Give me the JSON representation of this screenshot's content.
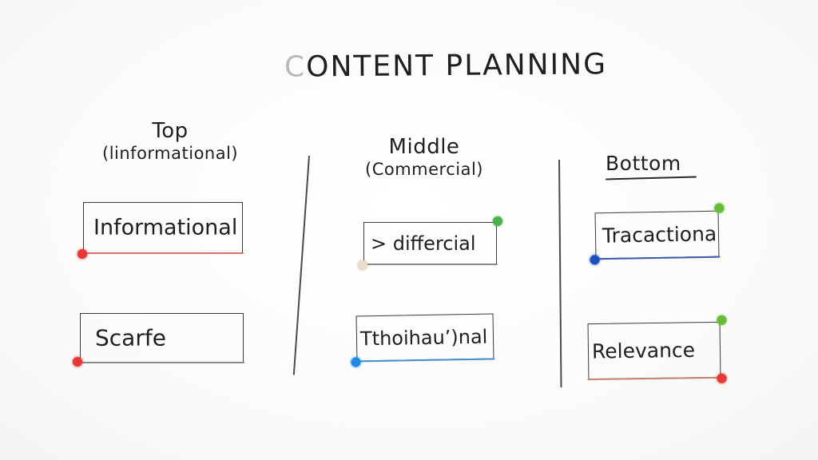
{
  "board": {
    "title_first_letter": "C",
    "title_rest": "ONTENT PLANNING",
    "columns": [
      {
        "heading": "Top",
        "subheading": "(linformational)"
      },
      {
        "heading": "Middle",
        "subheading": "(Commercial)"
      },
      {
        "heading": "Bottom",
        "subheading": ""
      }
    ],
    "cards": [
      {
        "column": "Top",
        "label": "Informational",
        "base_color": "#d9726a",
        "pins": [
          {
            "position": "bottom-left",
            "color": "#e53935"
          }
        ]
      },
      {
        "column": "Top",
        "label": "Scarfe",
        "base_color": "#8a8a8a",
        "pins": [
          {
            "position": "bottom-left",
            "color": "#e53935"
          }
        ]
      },
      {
        "column": "Middle",
        "label": "> differcial",
        "base_color": "#8a8a8a",
        "pins": [
          {
            "position": "top-right",
            "color": "#4caf50"
          },
          {
            "position": "bottom-left",
            "color": "#e8dcc8"
          }
        ]
      },
      {
        "column": "Middle",
        "label": "Tthoihau’)nal",
        "base_color": "#4a8fd0",
        "pins": [
          {
            "position": "bottom-left",
            "color": "#1e88e5"
          }
        ]
      },
      {
        "column": "Bottom",
        "label": "Tracactiona",
        "base_color": "#3b5fb0",
        "pins": [
          {
            "position": "top-right",
            "color": "#66bb3a"
          },
          {
            "position": "bottom-left",
            "color": "#1e4fbf"
          }
        ]
      },
      {
        "column": "Bottom",
        "label": "Relevance",
        "base_color": "#c98470",
        "pins": [
          {
            "position": "top-right",
            "color": "#66bb3a"
          },
          {
            "position": "bottom-right",
            "color": "#e53935"
          }
        ]
      }
    ],
    "colors": {
      "ink": "#1f1f1f",
      "faded_ink": "#b9b9b9",
      "background": "#fbfbfa"
    }
  }
}
